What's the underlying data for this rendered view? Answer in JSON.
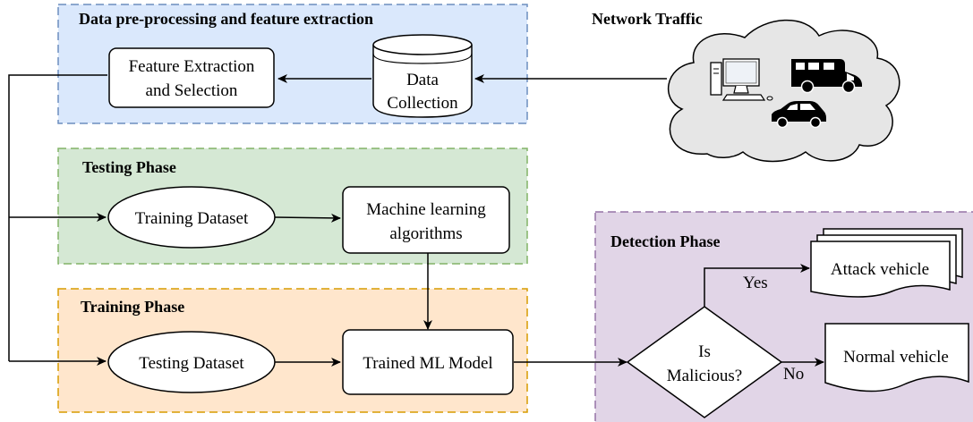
{
  "panels": {
    "preprocessing": {
      "title": "Data pre-processing and feature extraction",
      "fill": "#dae8fc",
      "stroke": "#6c8ebf"
    },
    "testing": {
      "title": "Testing Phase",
      "fill": "#d5e8d4",
      "stroke": "#82b366"
    },
    "training": {
      "title": "Training Phase",
      "fill": "#ffe6cc",
      "stroke": "#d79b00"
    },
    "detection": {
      "title": "Detection Phase",
      "fill": "#e1d5e7",
      "stroke": "#9673a6"
    }
  },
  "network": {
    "label": "Network Traffic",
    "cloud_fill": "#e6e6e6"
  },
  "nodes": {
    "feature_extraction": {
      "line1": "Feature Extraction",
      "line2": "and Selection"
    },
    "data_collection": {
      "line1": "Data",
      "line2": "Collection"
    },
    "training_dataset": {
      "label": "Training Dataset"
    },
    "ml_algorithms": {
      "line1": "Machine learning",
      "line2": "algorithms"
    },
    "testing_dataset": {
      "label": "Testing Dataset"
    },
    "trained_model": {
      "label": "Trained ML Model"
    },
    "decision": {
      "line1": "Is",
      "line2": "Malicious?"
    },
    "attack_vehicle": {
      "label": "Attack vehicle"
    },
    "normal_vehicle": {
      "label": "Normal vehicle"
    }
  },
  "edge_labels": {
    "yes": "Yes",
    "no": "No"
  },
  "icons": [
    "desktop-computer-icon",
    "camper-van-icon",
    "car-icon"
  ]
}
